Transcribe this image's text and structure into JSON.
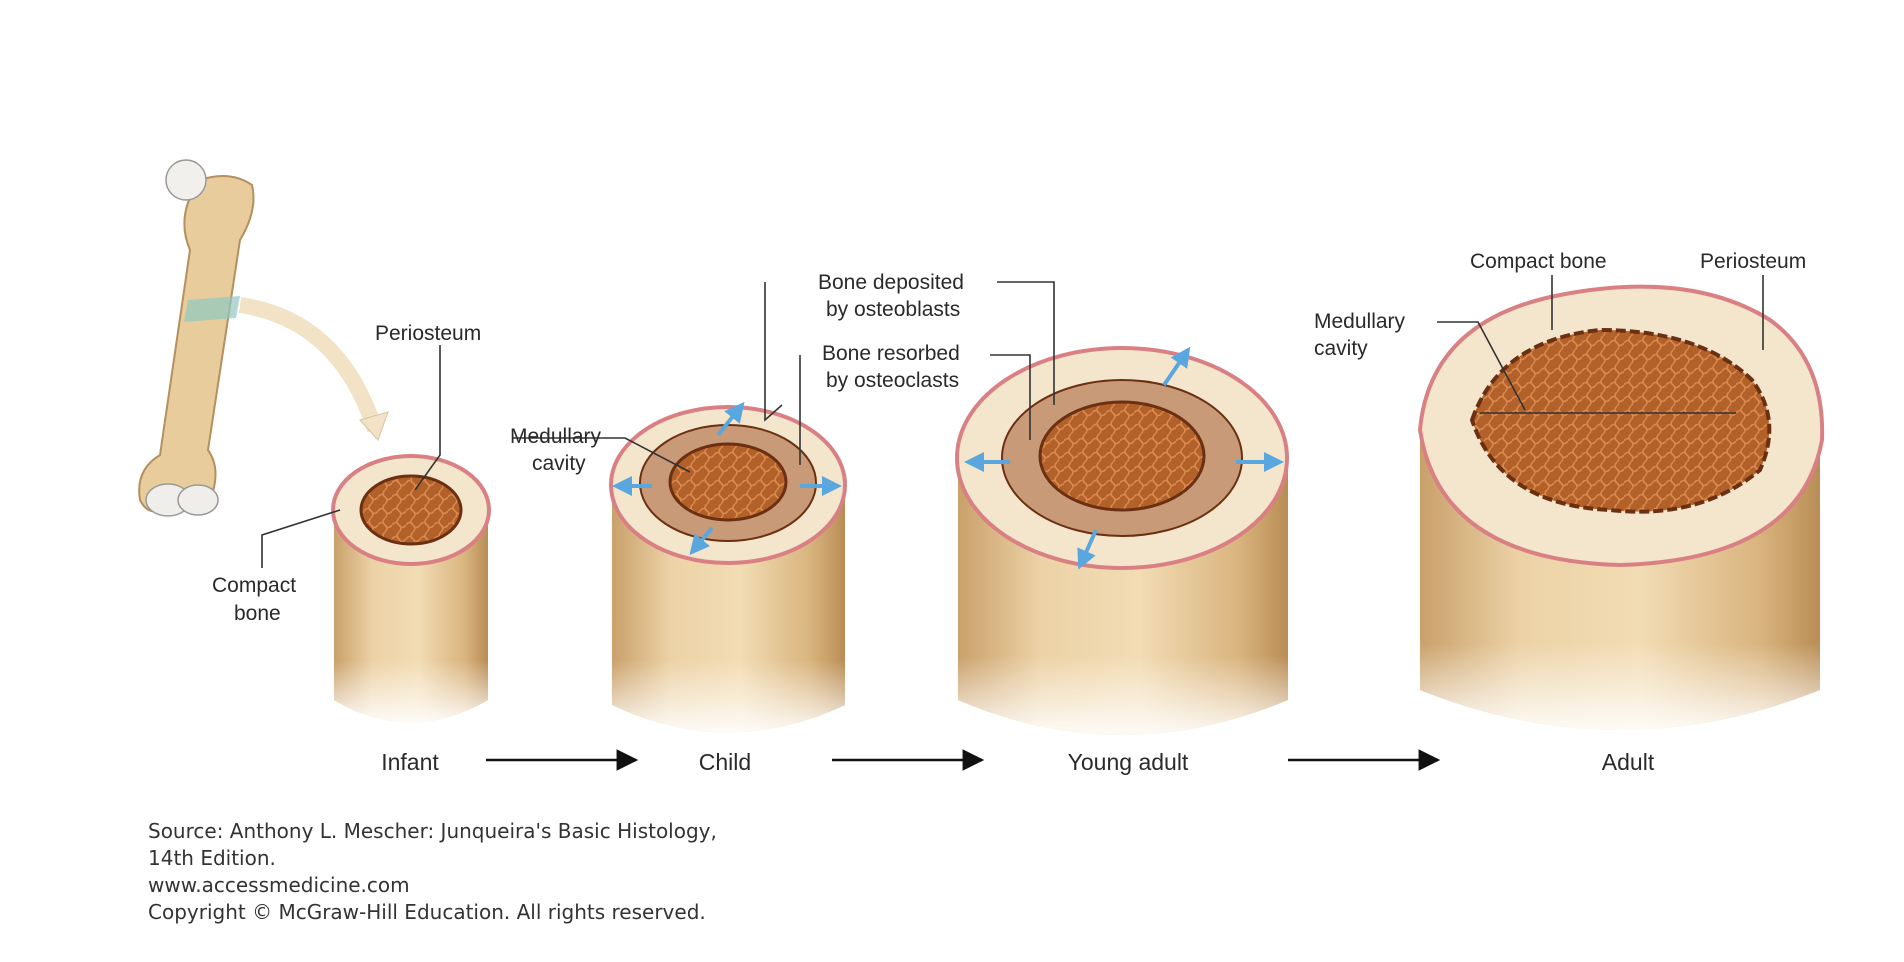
{
  "labels": {
    "periosteum_infant": "Periosteum",
    "compact_bone_infant_1": "Compact",
    "compact_bone_infant_2": "bone",
    "medullary_child_1": "Medullary",
    "medullary_child_2": "cavity",
    "deposited_1": "Bone deposited",
    "deposited_2": "by osteoblasts",
    "resorbed_1": "Bone resorbed",
    "resorbed_2": "by osteoclasts",
    "compact_bone_adult": "Compact bone",
    "periosteum_adult": "Periosteum",
    "medullary_adult_1": "Medullary",
    "medullary_adult_2": "cavity"
  },
  "stages": [
    "Infant",
    "Child",
    "Young adult",
    "Adult"
  ],
  "source": {
    "line1": "Source: Anthony L. Mescher: Junqueira's Basic Histology,",
    "line2": "14th Edition.",
    "line3": "www.accessmedicine.com",
    "line4": "Copyright © McGraw-Hill Education. All rights reserved."
  },
  "colors": {
    "bone": "#e9c99a",
    "periosteum": "#d98084",
    "marrow": "#a8541f",
    "arrow_blue": "#5aa6de"
  }
}
